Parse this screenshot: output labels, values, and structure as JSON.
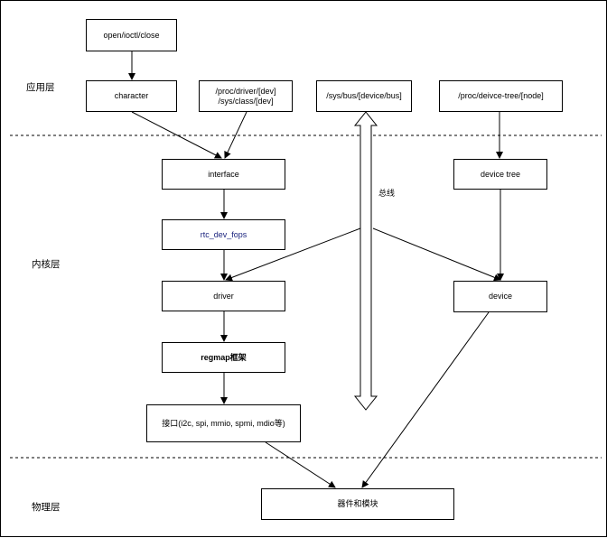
{
  "layers": {
    "app": "应用层",
    "kernel": "内核层",
    "physical": "物理层"
  },
  "boxes": {
    "open_ioctl_close": "open/ioctl/close",
    "character": "character",
    "proc_driver": "/proc/driver/[dev]\n/sys/class/[dev]",
    "sys_bus": "/sys/bus/[device/bus]",
    "proc_device_tree": "/proc/deivce-tree/[node]",
    "interface": "interface",
    "device_tree": "device tree",
    "rtc_dev_fops": "rtc_dev_fops",
    "driver": "driver",
    "device": "device",
    "regmap": "regmap框架",
    "interface_bus": "接口(i2c, spi, mmio, spmi, mdio等)",
    "hardware": "器件和模块"
  },
  "bus_label": "总线"
}
